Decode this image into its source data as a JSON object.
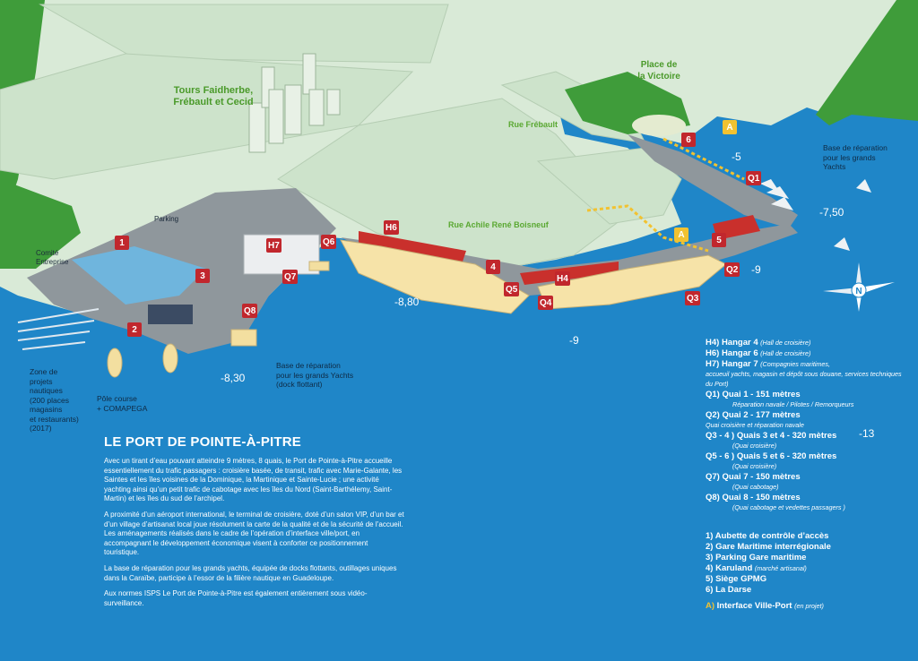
{
  "map": {
    "colors": {
      "sea": "#1f86c8",
      "land": "#d9ead7",
      "greenery": "#3f9c3a",
      "quay": "#8f979c",
      "ship": "#f6e3a8",
      "marker": "#c1272d",
      "interface": "#f2c230"
    },
    "area_labels": {
      "towers": "Tours Faidherbe,\nFrébault et Cecid",
      "place_victoire": "Place de\nla Victoire",
      "rue_frebault": "Rue Frébault",
      "rue_boisneuf": "Rue Achile René Boisneuf",
      "parking": "Parking",
      "comite": "Comité\nEntreprise",
      "zone_projets": "Zone de\nprojets\nnautiques\n(200 places\nmagasins\net restaurants)\n(2017)",
      "pole_course": "Pôle course\n+ COMAPEGA",
      "base_flottant": "Base de réparation\npour les grands Yachts\n(dock flottant)",
      "base_yachts": "Base de réparation\npour les grands\nYachts"
    },
    "depths": {
      "d1": "-5",
      "d2": "-7,50",
      "d3": "-9",
      "d4": "-8,80",
      "d5": "-9",
      "d6": "-8,30",
      "d7": "-13"
    },
    "markers": {
      "m1": "1",
      "m2": "2",
      "m3": "3",
      "m4": "4",
      "m5": "5",
      "m6": "6",
      "h4": "H4",
      "h6": "H6",
      "h7": "H7",
      "q1": "Q1",
      "q2": "Q2",
      "q3": "Q3",
      "q4": "Q4",
      "q5": "Q5",
      "q6": "Q6",
      "q7": "Q7",
      "q8": "Q8",
      "a1": "A",
      "a2": "A"
    },
    "compass_icon": "compass-rose-icon"
  },
  "info": {
    "title": "LE PORT DE POINTE-À-PITRE",
    "paragraphs": [
      "Avec un tirant d’eau pouvant atteindre 9 mètres, 8 quais, le Port de Pointe-à-Pitre accueille essentiellement du trafic passagers : croisière basée, de transit, trafic avec Marie-Galante, les Saintes et les îles voisines de la Dominique, la Martinique et Sainte-Lucie ; une activité yachting ainsi qu’un petit trafic de cabotage avec les îles du Nord (Saint-Barthélemy, Saint-Martin) et les îles du sud de l’archipel.",
      "A proximité d’un aéroport international, le terminal de croisière, doté d’un salon VIP, d’un bar et d’un village d’artisanat local joue résolument la carte de la qualité et de la sécurité de l’accueil.\nLes aménagements réalisés dans le cadre de l’opération d’interface ville/port, en accompagnant le développement économique visent à conforter ce positionnement touristique.",
      "La base de réparation pour les grands yachts, équipée de docks flottants, outillages uniques dans la Caraïbe, participe à l’essor de la filière nautique en Guadeloupe.",
      "Aux normes ISPS Le Port de Pointe-à-Pitre est également entièrement sous vidéo-surveillance."
    ]
  },
  "legend": {
    "items": [
      {
        "head": "H4) Hangar 4",
        "note": "(Hall de croisière)",
        "sub": ""
      },
      {
        "head": "H6) Hangar 6",
        "note": "(Hall de croisière)",
        "sub": ""
      },
      {
        "head": "H7) Hangar 7",
        "note": "(Compagnies maritimes,",
        "sub": "accueuil yachts, magasin et dépôt sous douane, services techniques du Port)"
      },
      {
        "head": "Q1) Quai 1 - 151 mètres",
        "note": "",
        "sub": "Réparation navale / Pilotes / Remorqueurs"
      },
      {
        "head": "Q2) Quai 2 - 177 mètres",
        "note": "",
        "sub": "Quai croisière et réparation navale"
      },
      {
        "head": "Q3 - 4 ) Quais 3 et 4 - 320 mètres",
        "note": "",
        "sub": "(Quai croisière)"
      },
      {
        "head": "Q5 - 6 ) Quais 5 et 6 - 320 mètres",
        "note": "",
        "sub": "(Quai croisière)"
      },
      {
        "head": "Q7) Quai 7 - 150 mètres",
        "note": "",
        "sub": "(Quai cabotage)"
      },
      {
        "head": "Q8) Quai 8 - 150 mètres",
        "note": "",
        "sub": "(Quai cabotage et vedettes passagers )"
      }
    ],
    "numbered": [
      {
        "text": "1) Aubette de contrôle d’accès",
        "note": ""
      },
      {
        "text": "2) Gare Maritime interrégionale",
        "note": ""
      },
      {
        "text": "3) Parking Gare maritime",
        "note": ""
      },
      {
        "text": "4) Karuland",
        "note": "(marché artisanal)"
      },
      {
        "text": "5) Siège GPMG",
        "note": ""
      },
      {
        "text": "6) La Darse",
        "note": ""
      }
    ],
    "interface": {
      "prefix": "A)",
      "text": "Interface Ville-Port",
      "note": "(en projet)"
    }
  }
}
